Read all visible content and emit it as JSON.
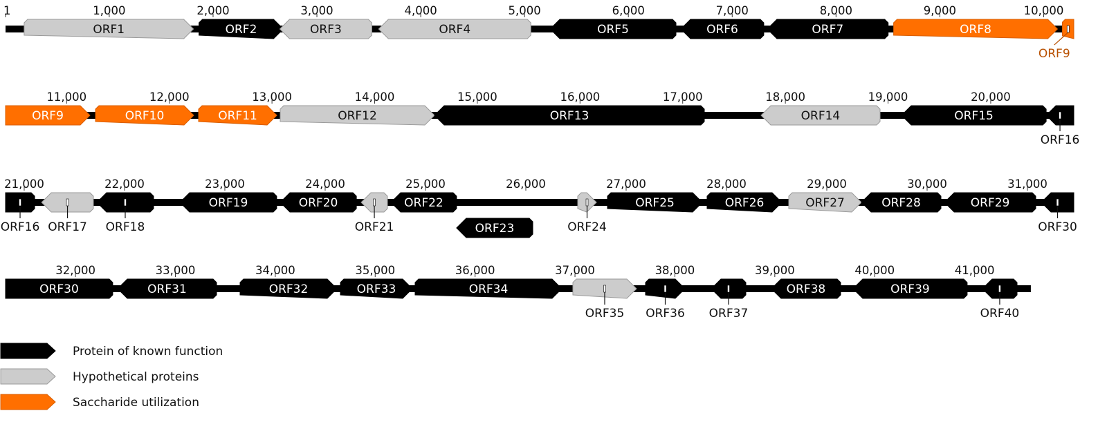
{
  "sequence_length": 41563,
  "colors": {
    "known": {
      "fill": "#000000",
      "stroke": "#000000",
      "text": "#ffffff"
    },
    "hypothetical": {
      "fill": "#cccccc",
      "stroke": "#9a9a9a",
      "text": "#111111"
    },
    "saccharide": {
      "fill": "#ff6f00",
      "stroke": "#d85e00",
      "text": "#ffffff",
      "outside_text": "#b85000"
    }
  },
  "rows": [
    {
      "range_bp": [
        1,
        10290
      ],
      "ticks": [
        {
          "bp": 1,
          "label": "1"
        },
        {
          "bp": 1000,
          "label": "1,000"
        },
        {
          "bp": 2000,
          "label": "2,000"
        },
        {
          "bp": 3000,
          "label": "3,000"
        },
        {
          "bp": 4000,
          "label": "4,000"
        },
        {
          "bp": 5000,
          "label": "5,000"
        },
        {
          "bp": 6000,
          "label": "6,000"
        },
        {
          "bp": 7000,
          "label": "7,000"
        },
        {
          "bp": 8000,
          "label": "8,000"
        },
        {
          "bp": 9000,
          "label": "9,000"
        },
        {
          "bp": 10000,
          "label": "10,000"
        }
      ]
    },
    {
      "range_bp": [
        10405,
        20809
      ],
      "ticks": [
        {
          "bp": 11000,
          "label": "11,000"
        },
        {
          "bp": 12000,
          "label": "12,000"
        },
        {
          "bp": 13000,
          "label": "13,000"
        },
        {
          "bp": 14000,
          "label": "14,000"
        },
        {
          "bp": 15000,
          "label": "15,000"
        },
        {
          "bp": 16000,
          "label": "16,000"
        },
        {
          "bp": 17000,
          "label": "17,000"
        },
        {
          "bp": 18000,
          "label": "18,000"
        },
        {
          "bp": 19000,
          "label": "19,000"
        },
        {
          "bp": 20000,
          "label": "20,000"
        }
      ]
    },
    {
      "range_bp": [
        20814,
        31462
      ],
      "ticks": [
        {
          "bp": 21000,
          "label": "21,000"
        },
        {
          "bp": 22000,
          "label": "22,000"
        },
        {
          "bp": 23000,
          "label": "23,000"
        },
        {
          "bp": 24000,
          "label": "24,000"
        },
        {
          "bp": 25000,
          "label": "25,000"
        },
        {
          "bp": 26000,
          "label": "26,000"
        },
        {
          "bp": 27000,
          "label": "27,000"
        },
        {
          "bp": 28000,
          "label": "28,000"
        },
        {
          "bp": 29000,
          "label": "29,000"
        },
        {
          "bp": 30000,
          "label": "30,000"
        },
        {
          "bp": 31000,
          "label": "31,000"
        }
      ]
    },
    {
      "range_bp": [
        31300,
        41993
      ],
      "ticks": [
        {
          "bp": 32000,
          "label": "32,000"
        },
        {
          "bp": 33000,
          "label": "33,000"
        },
        {
          "bp": 34000,
          "label": "34,000"
        },
        {
          "bp": 35000,
          "label": "35,000"
        },
        {
          "bp": 36000,
          "label": "36,000"
        },
        {
          "bp": 37000,
          "label": "37,000"
        },
        {
          "bp": 38000,
          "label": "38,000"
        },
        {
          "bp": 39000,
          "label": "39,000"
        },
        {
          "bp": 40000,
          "label": "40,000"
        },
        {
          "bp": 41000,
          "label": "41,000"
        }
      ]
    }
  ],
  "genes": [
    {
      "name": "ORF1",
      "start": 180,
      "end": 1811,
      "strand": "+",
      "category": "hypothetical",
      "label": "inside"
    },
    {
      "name": "ORF2",
      "start": 1864,
      "end": 2676,
      "strand": "+",
      "category": "known",
      "label": "inside"
    },
    {
      "name": "ORF3",
      "start": 2643,
      "end": 3529,
      "strand": "-",
      "category": "hypothetical",
      "label": "inside"
    },
    {
      "name": "ORF4",
      "start": 3595,
      "end": 5060,
      "strand": "-",
      "category": "hypothetical",
      "label": "inside"
    },
    {
      "name": "ORF5",
      "start": 5246,
      "end": 6458,
      "strand": "-",
      "category": "known",
      "label": "inside"
    },
    {
      "name": "ORF6",
      "start": 6505,
      "end": 7304,
      "strand": "-",
      "category": "known",
      "label": "inside"
    },
    {
      "name": "ORF7",
      "start": 7337,
      "end": 8502,
      "strand": "-",
      "category": "known",
      "label": "inside"
    },
    {
      "name": "ORF8",
      "start": 8555,
      "end": 10133,
      "strand": "+",
      "category": "saccharide",
      "label": "inside"
    },
    {
      "name": "ORF9",
      "start": 10180,
      "end": 11227,
      "strand": "+",
      "category": "saccharide",
      "label": "inside"
    },
    {
      "name": "ORF10",
      "start": 11281,
      "end": 12238,
      "strand": "+",
      "category": "saccharide",
      "label": "inside"
    },
    {
      "name": "ORF11",
      "start": 12285,
      "end": 13047,
      "strand": "+",
      "category": "saccharide",
      "label": "inside"
    },
    {
      "name": "ORF12",
      "start": 13080,
      "end": 14583,
      "strand": "+",
      "category": "hypothetical",
      "label": "inside"
    },
    {
      "name": "ORF13",
      "start": 14583,
      "end": 17211,
      "strand": "-",
      "category": "known",
      "label": "inside"
    },
    {
      "name": "ORF14",
      "start": 17763,
      "end": 18922,
      "strand": "-",
      "category": "hypothetical",
      "label": "inside"
    },
    {
      "name": "ORF15",
      "start": 19131,
      "end": 20540,
      "strand": "-",
      "category": "known",
      "label": "inside"
    },
    {
      "name": "ORF16",
      "start": 20540,
      "end": 21104,
      "strand": "-",
      "category": "known",
      "label": "below"
    },
    {
      "name": "ORF17",
      "start": 21173,
      "end": 21690,
      "strand": "-",
      "category": "hypothetical",
      "label": "below"
    },
    {
      "name": "ORF18",
      "start": 21724,
      "end": 22290,
      "strand": "-",
      "category": "known",
      "label": "below"
    },
    {
      "name": "ORF19",
      "start": 22552,
      "end": 23517,
      "strand": "-",
      "category": "known",
      "label": "inside"
    },
    {
      "name": "ORF20",
      "start": 23552,
      "end": 24311,
      "strand": "-",
      "category": "known",
      "label": "inside"
    },
    {
      "name": "ORF21",
      "start": 24359,
      "end": 24621,
      "strand": "-",
      "category": "hypothetical",
      "label": "below"
    },
    {
      "name": "ORF22",
      "start": 24655,
      "end": 25310,
      "strand": "-",
      "category": "known",
      "label": "inside"
    },
    {
      "name": "ORF23",
      "start": 25310,
      "end": 26069,
      "strand": "-",
      "category": "known",
      "label": "inside",
      "track": 2
    },
    {
      "name": "ORF24",
      "start": 26517,
      "end": 26704,
      "strand": "+",
      "category": "hypothetical",
      "label": "below"
    },
    {
      "name": "ORF25",
      "start": 26814,
      "end": 27759,
      "strand": "+",
      "category": "known",
      "label": "inside"
    },
    {
      "name": "ORF26",
      "start": 27807,
      "end": 28552,
      "strand": "+",
      "category": "known",
      "label": "inside"
    },
    {
      "name": "ORF27",
      "start": 28621,
      "end": 29345,
      "strand": "+",
      "category": "hypothetical",
      "label": "inside"
    },
    {
      "name": "ORF28",
      "start": 29345,
      "end": 30138,
      "strand": "-",
      "category": "known",
      "label": "inside"
    },
    {
      "name": "ORF29",
      "start": 30173,
      "end": 31083,
      "strand": "-",
      "category": "known",
      "label": "inside"
    },
    {
      "name": "ORF30",
      "start": 31138,
      "end": 32373,
      "strand": "-",
      "category": "known",
      "label": "inside"
    },
    {
      "name": "ORF31",
      "start": 32422,
      "end": 33412,
      "strand": "-",
      "category": "known",
      "label": "inside"
    },
    {
      "name": "ORF32",
      "start": 33648,
      "end": 34617,
      "strand": "+",
      "category": "known",
      "label": "inside"
    },
    {
      "name": "ORF33",
      "start": 34652,
      "end": 35372,
      "strand": "+",
      "category": "known",
      "label": "inside"
    },
    {
      "name": "ORF34",
      "start": 35400,
      "end": 36868,
      "strand": "+",
      "category": "known",
      "label": "inside"
    },
    {
      "name": "ORF35",
      "start": 36979,
      "end": 37616,
      "strand": "+",
      "category": "hypothetical",
      "label": "below"
    },
    {
      "name": "ORF36",
      "start": 37706,
      "end": 38101,
      "strand": "+",
      "category": "known",
      "label": "below"
    },
    {
      "name": "ORF37",
      "start": 38364,
      "end": 38710,
      "strand": "-",
      "category": "known",
      "label": "below"
    },
    {
      "name": "ORF38",
      "start": 38966,
      "end": 39659,
      "strand": "-",
      "category": "known",
      "label": "inside"
    },
    {
      "name": "ORF39",
      "start": 39783,
      "end": 40926,
      "strand": "-",
      "category": "known",
      "label": "inside"
    },
    {
      "name": "ORF40",
      "start": 41078,
      "end": 41425,
      "strand": "-",
      "category": "known",
      "label": "below"
    }
  ],
  "legend": [
    {
      "category": "known",
      "label": "Protein of known function"
    },
    {
      "category": "hypothetical",
      "label": "Hypothetical proteins"
    },
    {
      "category": "saccharide",
      "label": "Saccharide utilization"
    }
  ]
}
